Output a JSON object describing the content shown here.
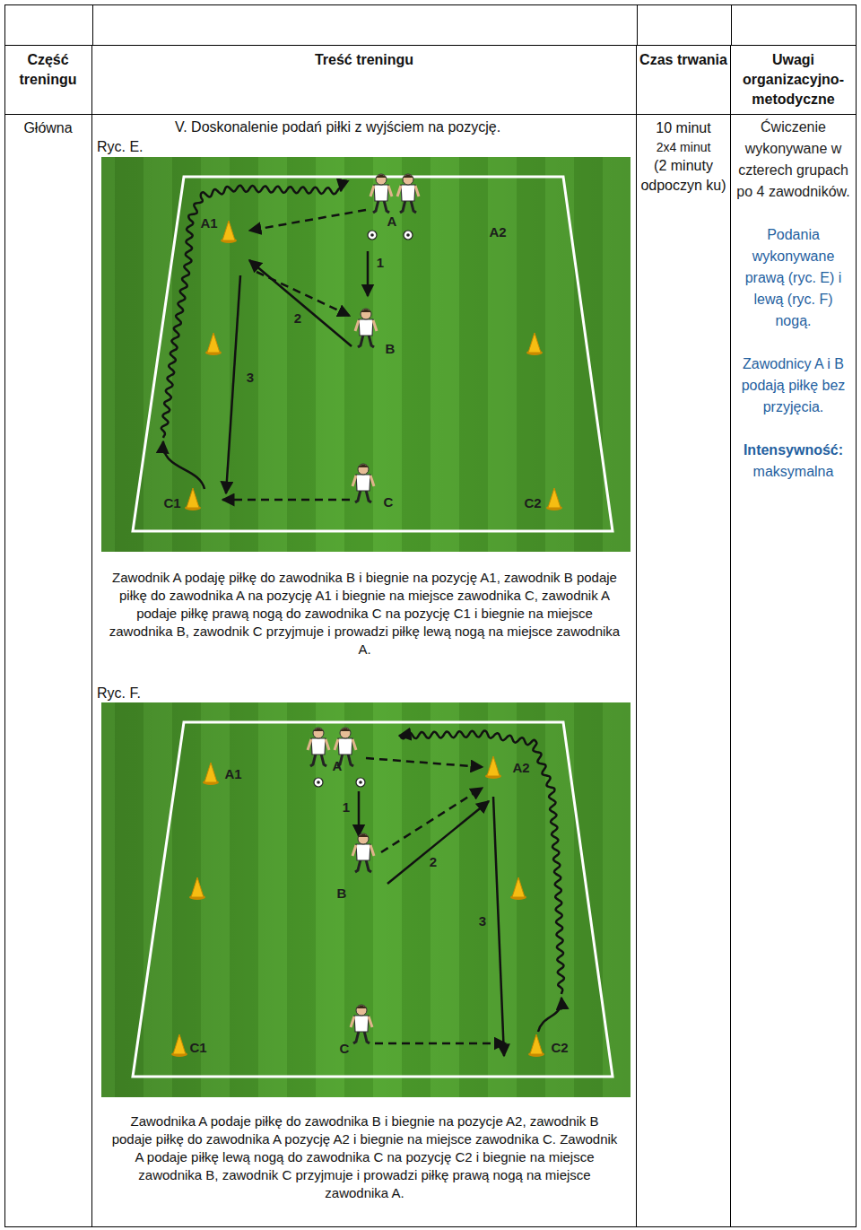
{
  "diagram": {
    "nodes": [
      {
        "text": [
          "Część treningu"
        ]
      },
      {
        "text": [
          "Treść treningu"
        ]
      },
      {
        "text": [
          "Czas trwania"
        ]
      },
      {
        "text": [
          "Uwagi organizacyjno-metodyczne"
        ]
      },
      {
        "text": [
          "Główna"
        ]
      },
      {
        "text": [
          "V. Doskonalenie podań piłki z wyjściem na pozycję.",
          "Ryc. E.",
          "Zawodnik A podaję piłkę do zawodnika B i biegnie na pozycję A1, zawodnik B podaje piłkę do zawodnika A na pozycję A1 i biegnie na miejsce zawodnika C, zawodnik A podaje piłkę prawą nogą do zawodnika C na pozycję C1 i biegnie na miejsce zawodnika B, zawodnik C przyjmuje i prowadzi piłkę lewą nogą na miejsce zawodnika A.",
          "Ryc. F.",
          "Zawodnika A podaje piłkę do zawodnika B i biegnie na pozycje A2, zawodnik B podaje piłkę do zawodnika A pozycję A2 i biegnie na miejsce zawodnika C. Zawodnik A podaje piłkę lewą nogą do zawodnika C na pozycję C2 i biegnie na miejsce zawodnika B, zawodnik C przyjmuje i prowadzi piłkę prawą nogą na miejsce zawodnika A."
        ]
      },
      {
        "text": [
          "10 minut",
          "2x4 minut",
          "(2 minuty odpoczyn ku)"
        ]
      },
      {
        "text": [
          "Ćwiczenie wykonywane w czterech grupach po 4 zawodników.",
          "Podania wykonywane prawą (ryc. E) i lewą (ryc. F) nogą.",
          "Zawodnicy A i B podają piłkę bez przyjęcia.",
          "Intensywność:",
          "maksymalna"
        ]
      }
    ],
    "labels": [
      "A1",
      "A",
      "A2",
      "1",
      "2",
      "B",
      "3",
      "C1",
      "C",
      "C2",
      "A1",
      "A",
      "A2",
      "1",
      "B",
      "2",
      "3",
      "C1",
      "C",
      "C2"
    ]
  }
}
